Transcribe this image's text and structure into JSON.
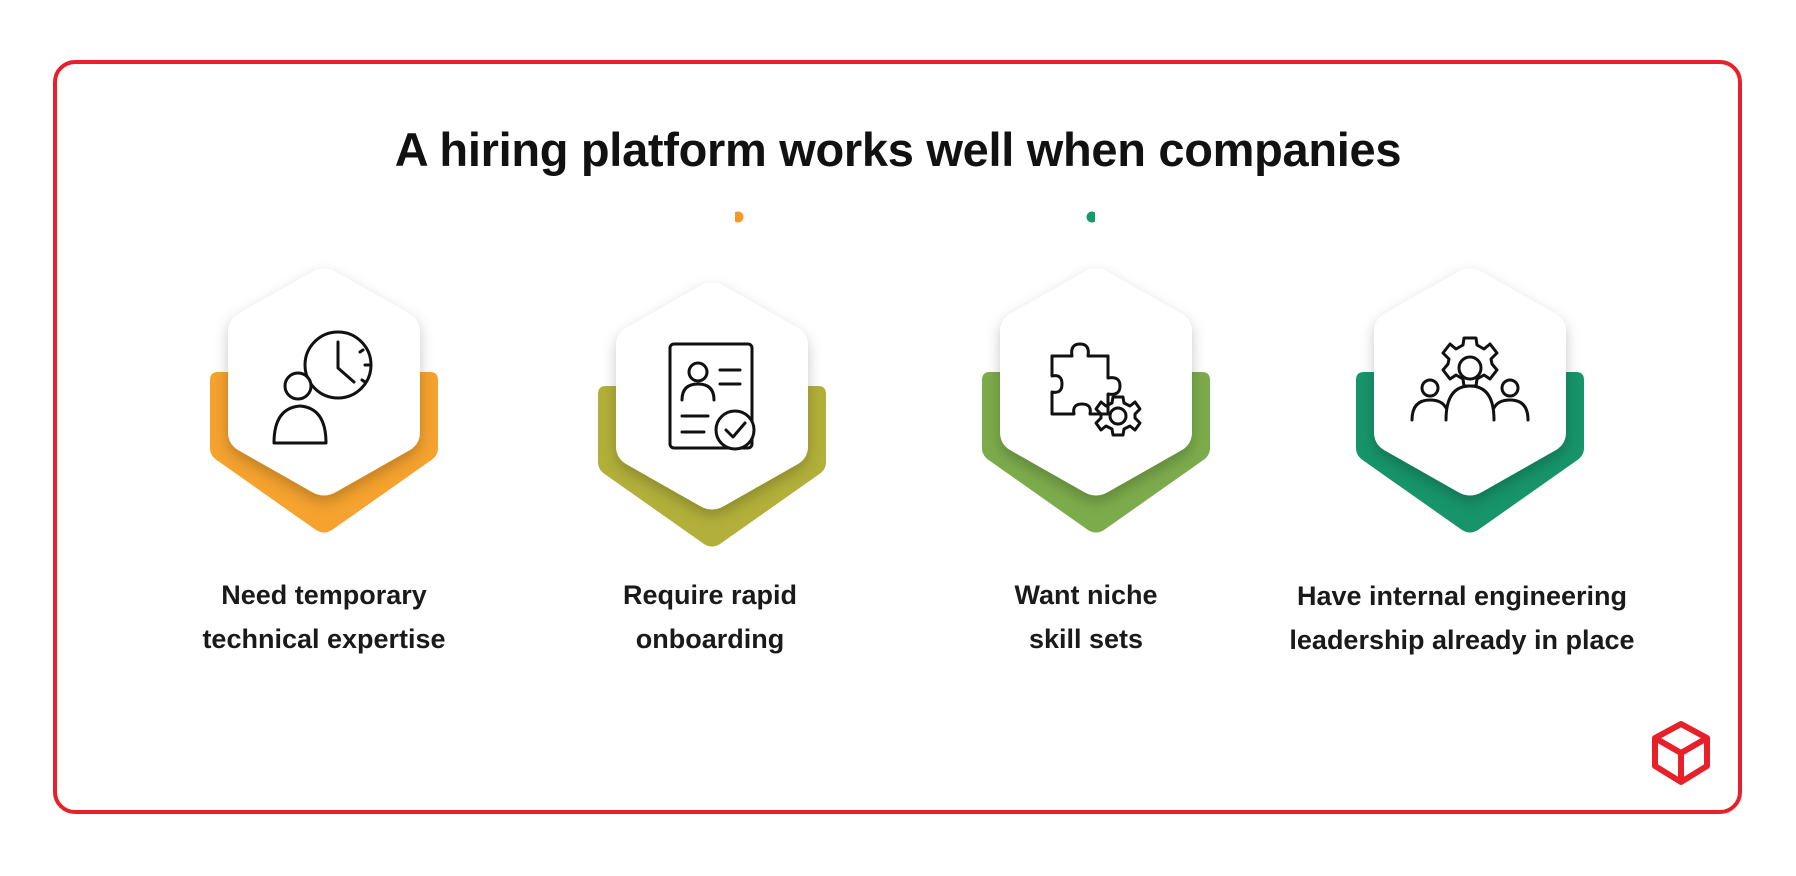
{
  "title": "A hiring platform works well when companies",
  "divider": {
    "start_color": "#f29b2c",
    "end_color": "#1a9a6a"
  },
  "items": [
    {
      "line1": "Need temporary",
      "line2": "technical expertise",
      "color": "#f5a22e",
      "icon": "person-clock-icon"
    },
    {
      "line1": "Require rapid",
      "line2": "onboarding",
      "color": "#b2b03a",
      "icon": "resume-check-icon"
    },
    {
      "line1": "Want niche",
      "line2": "skill sets",
      "color": "#7cab4b",
      "icon": "puzzle-gear-icon"
    },
    {
      "line1": "Have internal engineering",
      "line2": "leadership already in place",
      "color": "#17946a",
      "icon": "team-gear-icon"
    }
  ],
  "brand": {
    "color": "#e8202a",
    "icon": "cube-logo-icon"
  }
}
